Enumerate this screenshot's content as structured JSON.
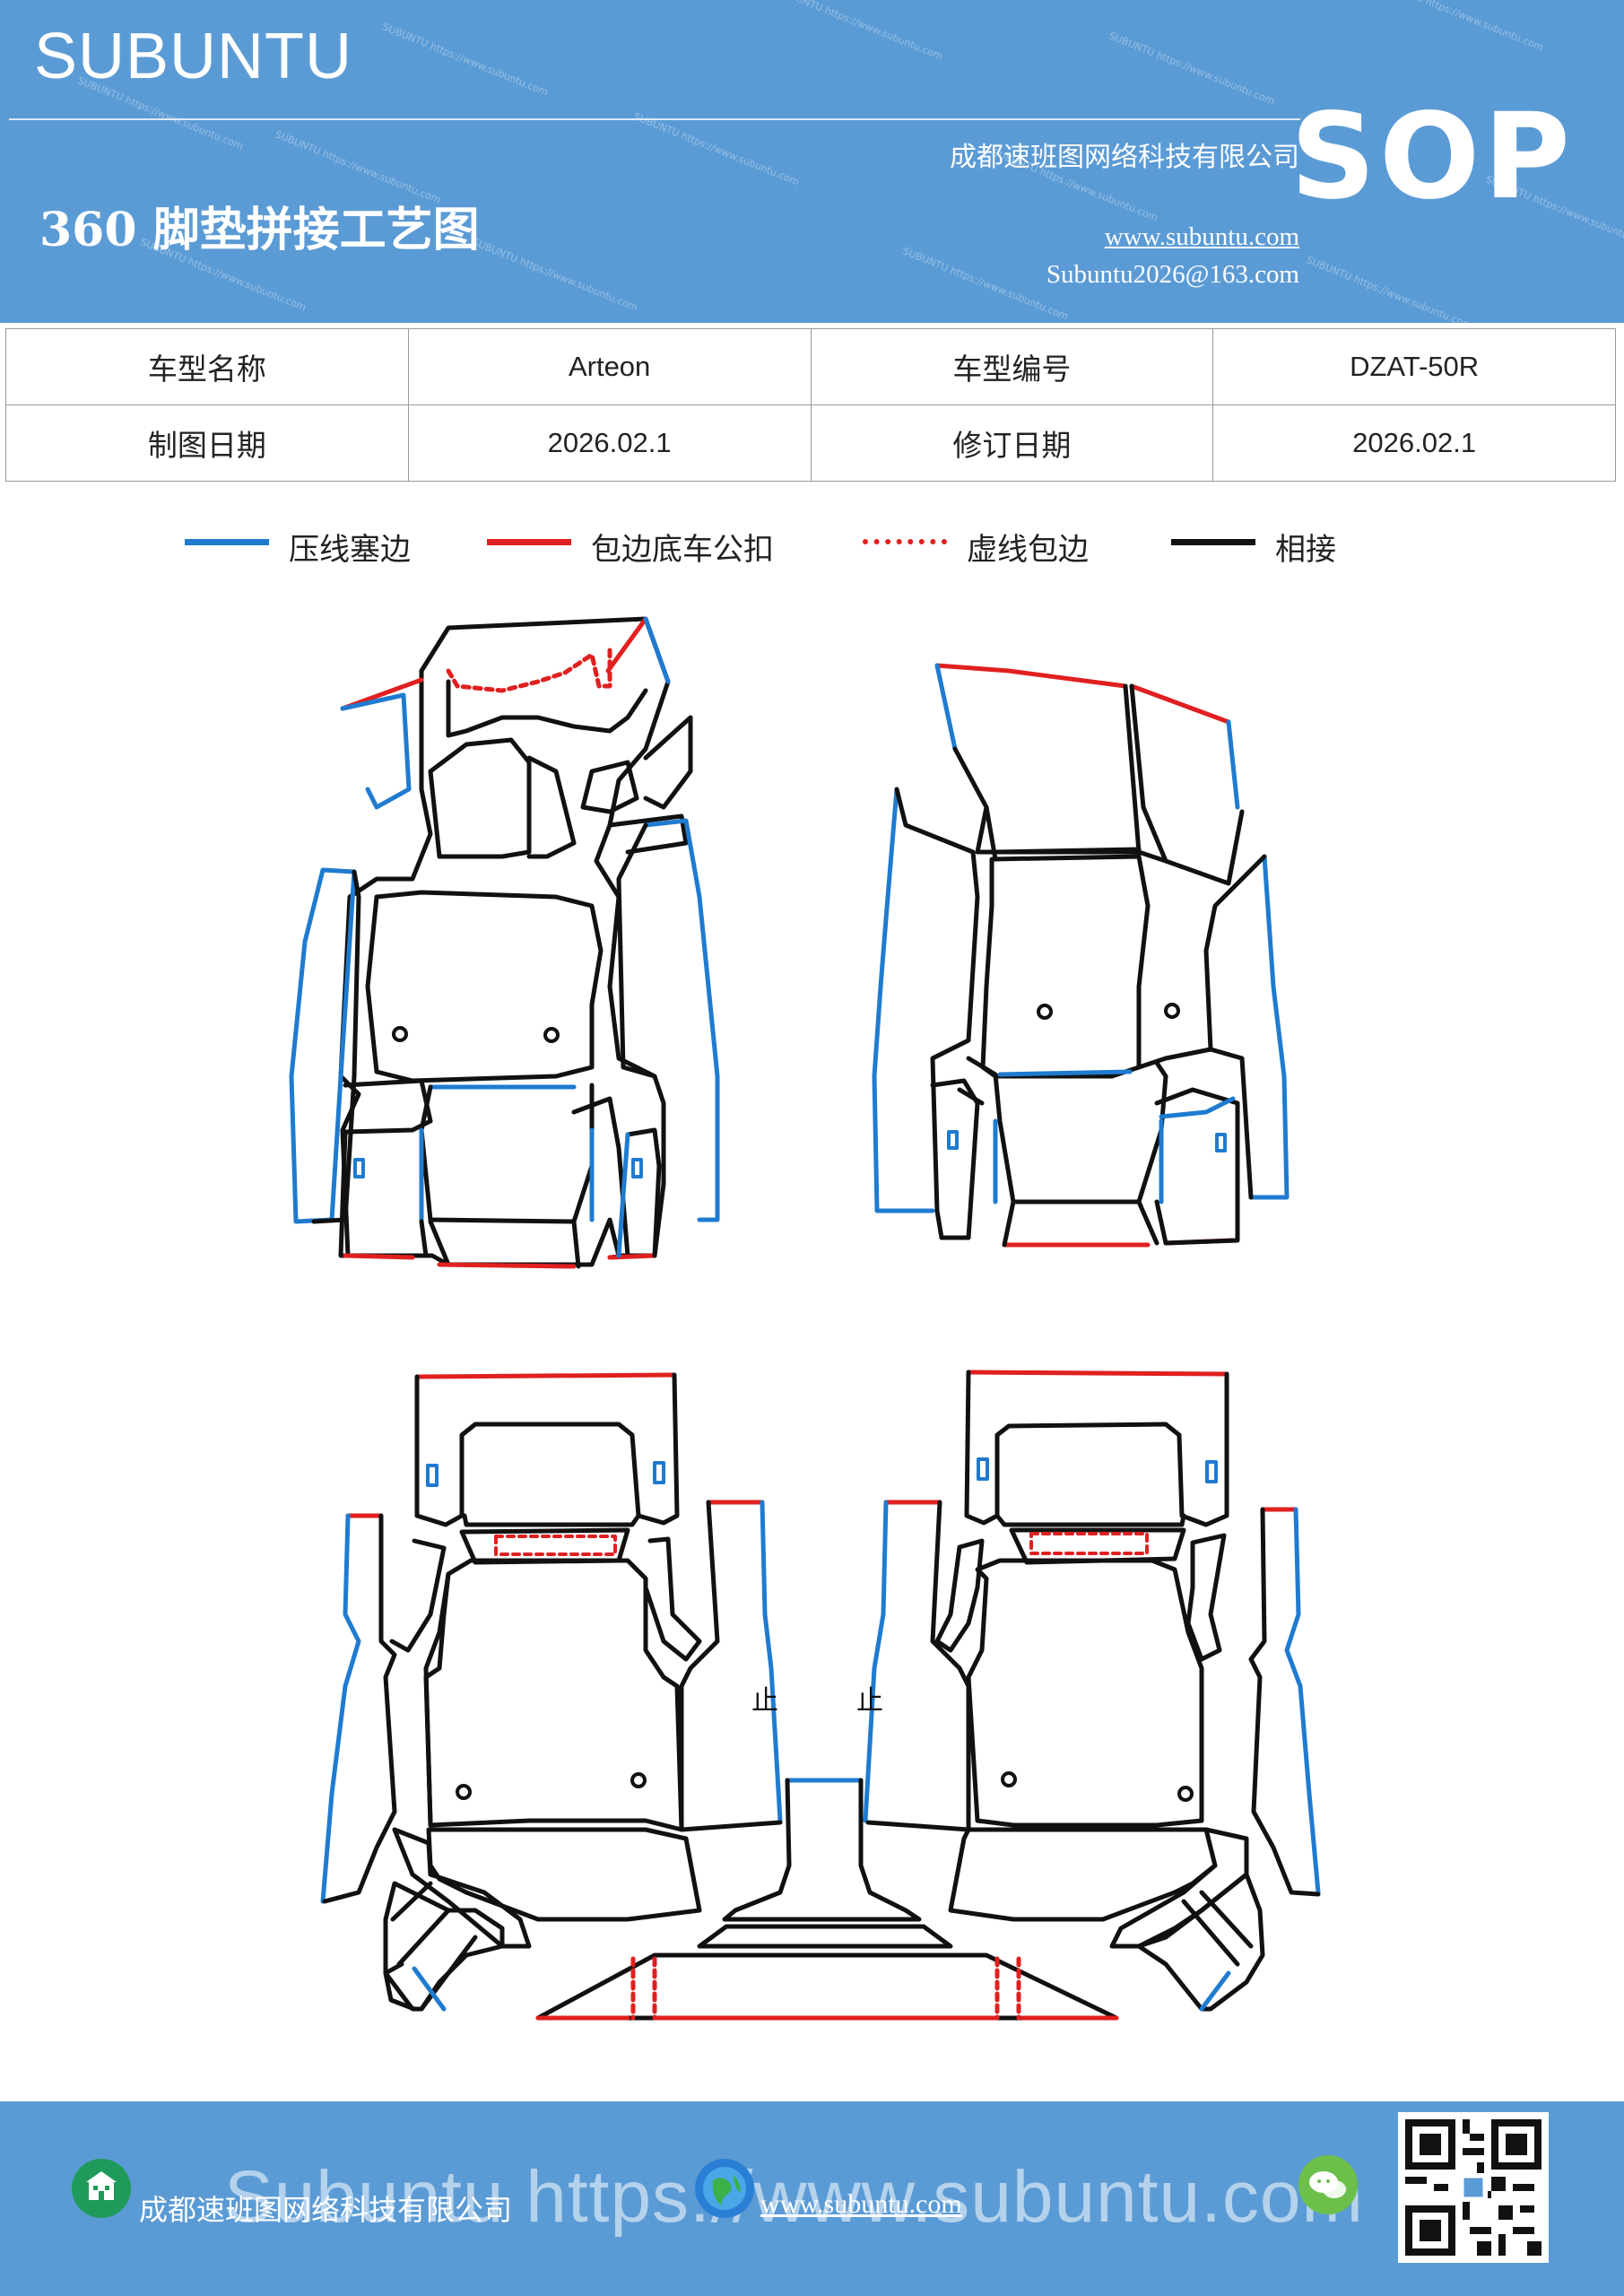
{
  "header": {
    "brand": "SUBUNTU",
    "company": "成都速班图网络科技有限公司",
    "title": "360 脚垫拼接工艺图",
    "website": "www.subuntu.com",
    "email": "Subuntu2026@163.com",
    "badge": "SOP",
    "watermark_text": "SUBUNTU https://www.subuntu.com"
  },
  "info": {
    "model_name_label": "车型名称",
    "model_name_value": "Arteon",
    "model_code_label": "车型编号",
    "model_code_value": "DZAT-50R",
    "draw_date_label": "制图日期",
    "draw_date_value": "2026.02.1",
    "revise_date_label": "修订日期",
    "revise_date_value": "2026.02.1"
  },
  "legend": [
    {
      "label": "压线塞边",
      "color": "#1f7bd0",
      "style": "solid"
    },
    {
      "label": "包边底车公扣",
      "color": "#e02020",
      "style": "solid"
    },
    {
      "label": "虚线包边",
      "color": "#e02020",
      "style": "dotted"
    },
    {
      "label": "相接",
      "color": "#111111",
      "style": "solid"
    }
  ],
  "drawing": {
    "marks": [
      "止",
      "止"
    ]
  },
  "footer": {
    "company": "成都速班图网络科技有限公司",
    "website": "www.subuntu.com",
    "watermark": "Subuntu https://www.subuntu.com",
    "icons": [
      "building-icon",
      "globe-icon",
      "chat-icon",
      "qr-code"
    ]
  },
  "colors": {
    "header_bg": "#5b9bd5",
    "blue_line": "#1f7bd0",
    "red_line": "#e02020",
    "black_line": "#111111"
  }
}
